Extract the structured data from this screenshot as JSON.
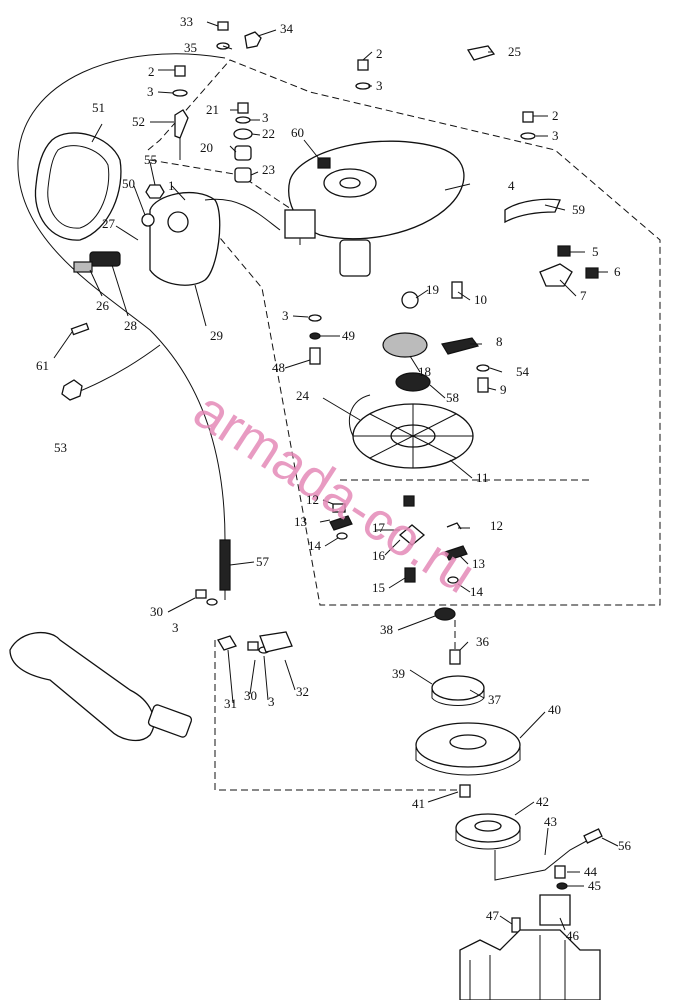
{
  "watermark": "armada-co.ru",
  "callouts": [
    {
      "id": "c33",
      "text": "33"
    },
    {
      "id": "c34",
      "text": "34"
    },
    {
      "id": "c35",
      "text": "35"
    },
    {
      "id": "c2a",
      "text": "2"
    },
    {
      "id": "c3a",
      "text": "3"
    },
    {
      "id": "c51",
      "text": "51"
    },
    {
      "id": "c52",
      "text": "52"
    },
    {
      "id": "c21",
      "text": "21"
    },
    {
      "id": "c3b",
      "text": "3"
    },
    {
      "id": "c22",
      "text": "22"
    },
    {
      "id": "c20",
      "text": "20"
    },
    {
      "id": "c23",
      "text": "23"
    },
    {
      "id": "c60",
      "text": "60"
    },
    {
      "id": "c55",
      "text": "55"
    },
    {
      "id": "c1",
      "text": "1"
    },
    {
      "id": "c50",
      "text": "50"
    },
    {
      "id": "c27",
      "text": "27"
    },
    {
      "id": "c26",
      "text": "26"
    },
    {
      "id": "c28",
      "text": "28"
    },
    {
      "id": "c29",
      "text": "29"
    },
    {
      "id": "c61",
      "text": "61"
    },
    {
      "id": "c53",
      "text": "53"
    },
    {
      "id": "c2b",
      "text": "2"
    },
    {
      "id": "c3c",
      "text": "3"
    },
    {
      "id": "c25",
      "text": "25"
    },
    {
      "id": "c2c",
      "text": "2"
    },
    {
      "id": "c3d",
      "text": "3"
    },
    {
      "id": "c4",
      "text": "4"
    },
    {
      "id": "c59",
      "text": "59"
    },
    {
      "id": "c5",
      "text": "5"
    },
    {
      "id": "c6",
      "text": "6"
    },
    {
      "id": "c7",
      "text": "7"
    },
    {
      "id": "c19",
      "text": "19"
    },
    {
      "id": "c10",
      "text": "10"
    },
    {
      "id": "c3e",
      "text": "3"
    },
    {
      "id": "c49",
      "text": "49"
    },
    {
      "id": "c48",
      "text": "48"
    },
    {
      "id": "c8",
      "text": "8"
    },
    {
      "id": "c54",
      "text": "54"
    },
    {
      "id": "c9",
      "text": "9"
    },
    {
      "id": "c18",
      "text": "18"
    },
    {
      "id": "c58",
      "text": "58"
    },
    {
      "id": "c24",
      "text": "24"
    },
    {
      "id": "c11",
      "text": "11"
    },
    {
      "id": "c12a",
      "text": "12"
    },
    {
      "id": "c13a",
      "text": "13"
    },
    {
      "id": "c17",
      "text": "17"
    },
    {
      "id": "c12b",
      "text": "12"
    },
    {
      "id": "c14a",
      "text": "14"
    },
    {
      "id": "c16",
      "text": "16"
    },
    {
      "id": "c13b",
      "text": "13"
    },
    {
      "id": "c15",
      "text": "15"
    },
    {
      "id": "c14b",
      "text": "14"
    },
    {
      "id": "c57",
      "text": "57"
    },
    {
      "id": "c30a",
      "text": "30"
    },
    {
      "id": "c3f",
      "text": "3"
    },
    {
      "id": "c38",
      "text": "38"
    },
    {
      "id": "c36",
      "text": "36"
    },
    {
      "id": "c39",
      "text": "39"
    },
    {
      "id": "c37",
      "text": "37"
    },
    {
      "id": "c31",
      "text": "31"
    },
    {
      "id": "c30b",
      "text": "30"
    },
    {
      "id": "c3g",
      "text": "3"
    },
    {
      "id": "c32",
      "text": "32"
    },
    {
      "id": "c40",
      "text": "40"
    },
    {
      "id": "c41",
      "text": "41"
    },
    {
      "id": "c42",
      "text": "42"
    },
    {
      "id": "c43",
      "text": "43"
    },
    {
      "id": "c56",
      "text": "56"
    },
    {
      "id": "c44",
      "text": "44"
    },
    {
      "id": "c45",
      "text": "45"
    },
    {
      "id": "c47",
      "text": "47"
    },
    {
      "id": "c46",
      "text": "46"
    }
  ]
}
